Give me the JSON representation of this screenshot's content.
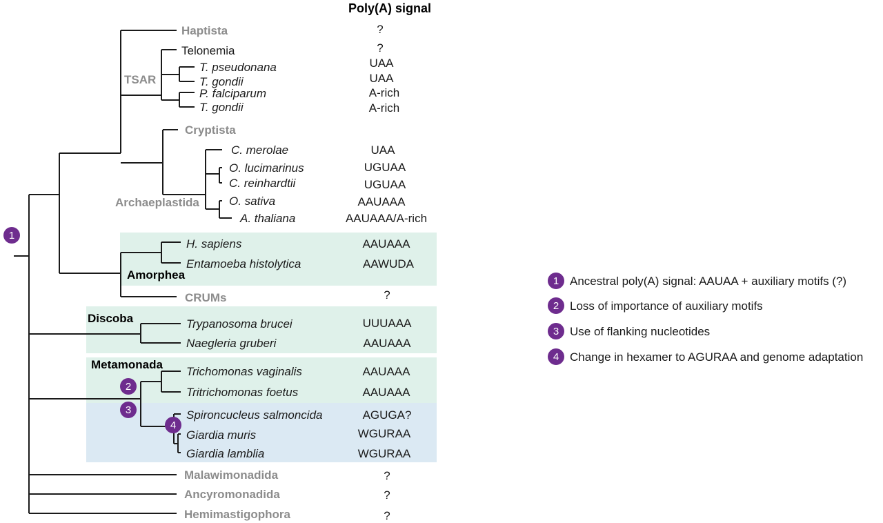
{
  "header": {
    "title": "Poly(A) signal"
  },
  "colors": {
    "black": "#1a1a1a",
    "gray": "#8c8c8c",
    "red": "#e2231a",
    "green": "#16a085",
    "blue": "#1f77c4",
    "purple": "#6e2c8e",
    "bg_green": "#dff1ea",
    "bg_blue": "#dbe9f3"
  },
  "groups": {
    "tsar": "TSAR",
    "archaeplastida": "Archaeplastida",
    "amorphea": "Amorphea",
    "discoba": "Discoba",
    "metamonada": "Metamonada"
  },
  "taxa": [
    {
      "name": "Haptista",
      "style": "group-gray",
      "signal": "?",
      "signal_color": "black"
    },
    {
      "name": "Telonemia",
      "style": "plain",
      "signal": "?",
      "signal_color": "black"
    },
    {
      "name": "T. pseudonana",
      "style": "italic",
      "signal": "UAA",
      "signal_color": "black"
    },
    {
      "name": "T. gondii",
      "style": "italic",
      "signal": "UAA",
      "signal_color": "black"
    },
    {
      "name": "P. falciparum",
      "style": "italic",
      "signal": "A-rich",
      "signal_color": "black"
    },
    {
      "name": "T. gondii",
      "style": "italic",
      "signal": "A-rich",
      "signal_color": "black"
    },
    {
      "name": "Cryptista",
      "style": "group-gray",
      "signal": "",
      "signal_color": "black"
    },
    {
      "name": "C. merolae",
      "style": "italic",
      "signal": "UAA",
      "signal_color": "black"
    },
    {
      "name": "O. lucimarinus",
      "style": "italic",
      "signal": "UGUAA",
      "signal_color": "black"
    },
    {
      "name": "C. reinhardtii",
      "style": "italic",
      "signal": "UGUAA",
      "signal_color": "black"
    },
    {
      "name": "O. sativa",
      "style": "italic",
      "signal": "AAUAAA",
      "signal_color": "green"
    },
    {
      "name": "A. thaliana",
      "style": "italic",
      "signal": "AAUAAA/A-rich",
      "signal_color": "green"
    },
    {
      "name": "H. sapiens",
      "style": "italic-red",
      "signal": "AAUAAA",
      "signal_color": "green"
    },
    {
      "name": "Entamoeba histolytica",
      "style": "italic-red",
      "signal": "AAWUDA",
      "signal_color": "green"
    },
    {
      "name": "CRUMs",
      "style": "group-gray",
      "signal": "?",
      "signal_color": "black"
    },
    {
      "name": "Trypanosoma brucei",
      "style": "italic",
      "signal": "UUUAAA",
      "signal_color": "black"
    },
    {
      "name": "Naegleria gruberi",
      "style": "italic-red",
      "signal": "AAUAAA",
      "signal_color": "green"
    },
    {
      "name": "Trichomonas vaginalis",
      "style": "italic-red",
      "signal": "AAUAAA",
      "signal_color": "green"
    },
    {
      "name": "Tritrichomonas foetus",
      "style": "italic-red",
      "signal": "AAUAAA",
      "signal_color": "green"
    },
    {
      "name": "Spironcucleus salmoncida",
      "style": "italic",
      "signal": "AGUGA?",
      "signal_color": "black"
    },
    {
      "name": "Giardia muris",
      "style": "italic-red",
      "signal": "WGURAA",
      "signal_color": "blue"
    },
    {
      "name": "Giardia lamblia",
      "style": "italic-red",
      "signal": "WGURAA",
      "signal_color": "blue"
    },
    {
      "name": "Malawimonadida",
      "style": "group-gray",
      "signal": "?",
      "signal_color": "black"
    },
    {
      "name": "Ancyromonadida",
      "style": "group-gray",
      "signal": "?",
      "signal_color": "black"
    },
    {
      "name": "Hemimastigophora",
      "style": "group-gray",
      "signal": "?",
      "signal_color": "black"
    }
  ],
  "badges": [
    "1",
    "2",
    "3",
    "4"
  ],
  "legend": [
    {
      "num": "1",
      "text": "Ancestral poly(A) signal: AAUAA + auxiliary motifs (?)"
    },
    {
      "num": "2",
      "text": "Loss of importance of auxiliary motifs"
    },
    {
      "num": "3",
      "text": "Use of flanking nucleotides"
    },
    {
      "num": "4",
      "text": "Change in hexamer to AGURAA and genome adaptation"
    }
  ]
}
